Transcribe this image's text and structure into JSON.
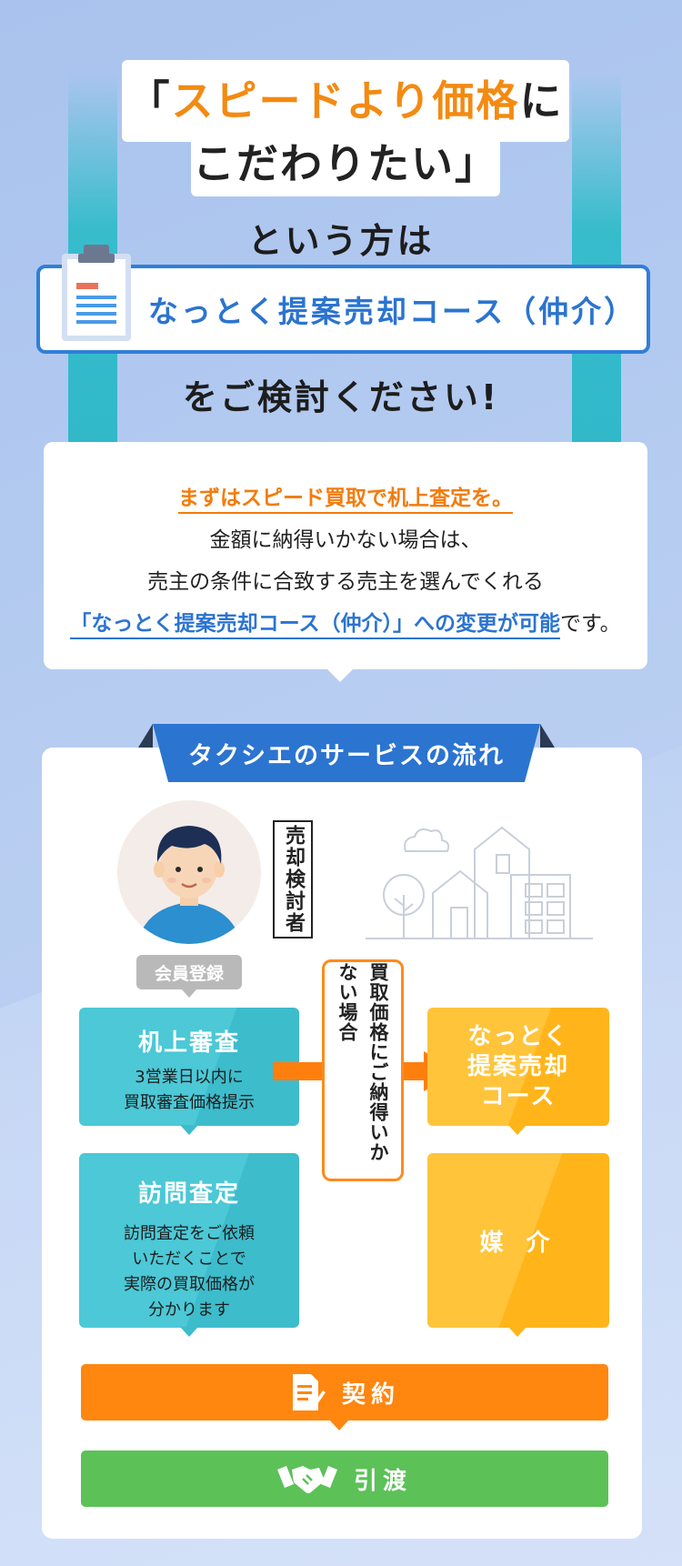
{
  "headline": {
    "open_bracket": "「",
    "highlight": "スピードより価格",
    "suffix": "に",
    "line2": "こだわりたい」"
  },
  "intro": "という方は",
  "course": {
    "label": "なっとく提案売却コース（仲介）",
    "icon": "clipboard-icon"
  },
  "cta": "をご検討ください!",
  "info": {
    "line1": "まずはスピード買取で机上査定を。",
    "line2": "金額に納得いかない場合は、",
    "line3": "売主の条件に合致する売主を選んでくれる",
    "line4_link": "「なっとく提案売却コース（仲介）」への変更が可能",
    "line4_tail": "です。"
  },
  "flow": {
    "title": "タクシエのサービスの流れ",
    "seller_label": "売却検討者",
    "member_pill": "会員登録",
    "desk_review": {
      "title": "机上審査",
      "line1": "3営業日以内に",
      "line2": "買取審査価格提示"
    },
    "visit_review": {
      "title": "訪問査定",
      "line1": "訪問査定をご依頼",
      "line2": "いただくことで",
      "line3": "実際の買取価格が",
      "line4": "分かります"
    },
    "condition": "買取価格にご納得いかない場合",
    "nattoku": {
      "line1": "なっとく",
      "line2": "提案売却",
      "line3": "コース"
    },
    "mediation": "媒 介",
    "contract": "契約",
    "handover": "引渡",
    "colors": {
      "blue": "#2b74d0",
      "teal": "#3dbccc",
      "yellow": "#ffb51a",
      "orange": "#ff8a1c",
      "green": "#5cc157"
    }
  }
}
